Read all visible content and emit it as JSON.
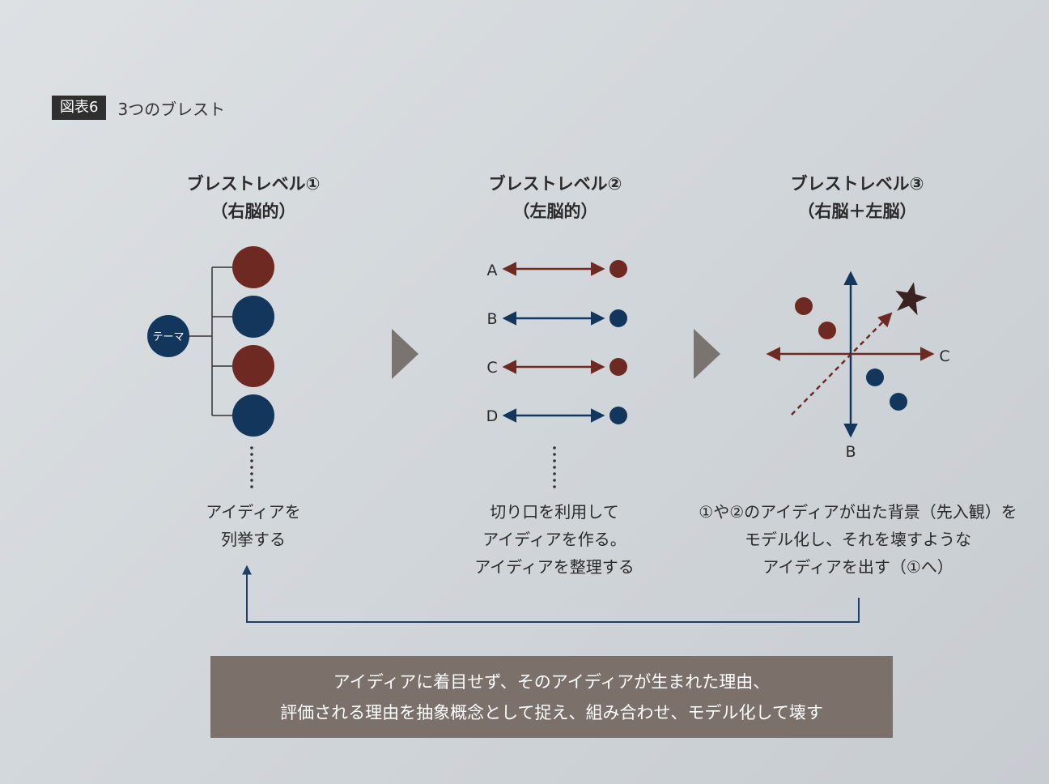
{
  "figure": {
    "tag": "図表6",
    "title": "3つのブレスト"
  },
  "levels": [
    {
      "title": "ブレストレベル①",
      "subtitle": "（右脳的）",
      "caption": [
        "アイディアを",
        "列挙する"
      ]
    },
    {
      "title": "ブレストレベル②",
      "subtitle": "（左脳的）",
      "caption": [
        "切り口を利用して",
        "アイディアを作る。",
        "アイディアを整理する"
      ]
    },
    {
      "title": "ブレストレベル③",
      "subtitle": "（右脳＋左脳）",
      "caption": [
        "①や②のアイディアが出た背景（先入観）を",
        "モデル化し、それを壊すような",
        "アイディアを出す（①へ）"
      ]
    }
  ],
  "level1": {
    "theme_label": "テーマ",
    "nodes": [
      "red",
      "blue",
      "red",
      "blue"
    ]
  },
  "level2": {
    "rows": [
      {
        "label": "A",
        "color": "red"
      },
      {
        "label": "B",
        "color": "blue"
      },
      {
        "label": "C",
        "color": "red"
      },
      {
        "label": "D",
        "color": "blue"
      }
    ]
  },
  "level3": {
    "horizontal_axis_label": "C",
    "vertical_axis_label": "B"
  },
  "summary": [
    "アイディアに着目せず、そのアイディアが生まれた理由、",
    "評価される理由を抽象概念として捉え、組み合わせ、モデル化して壊す"
  ],
  "colors": {
    "red": "#6e2a22",
    "blue": "#13375c",
    "arrow_gray": "#7a7471",
    "box": "#7c706b"
  }
}
